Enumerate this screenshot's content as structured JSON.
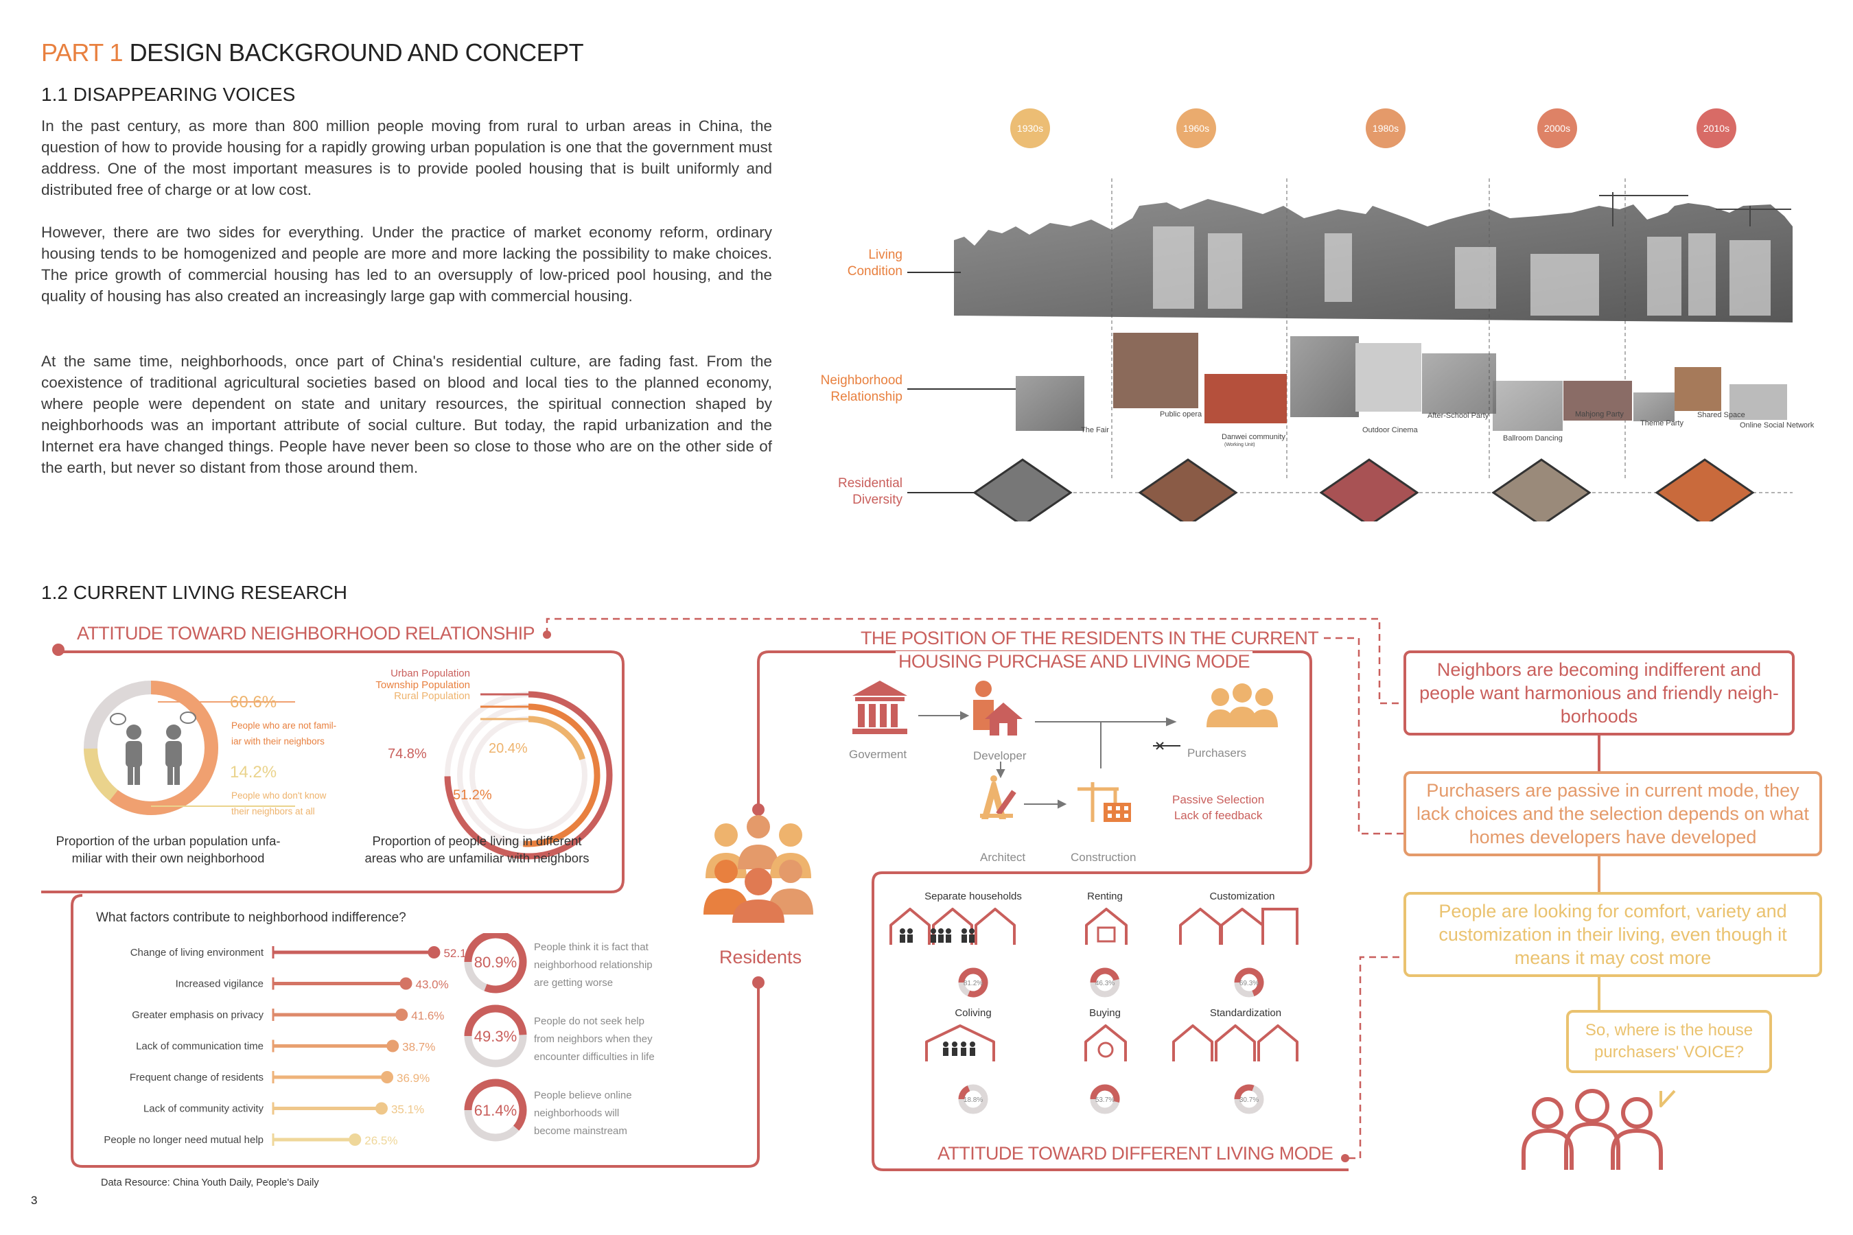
{
  "colors": {
    "red": "#c95f5c",
    "orange": "#e8803f",
    "peach": "#eeb36d",
    "yellow": "#ead38c",
    "gray": "#ddd8d8",
    "grayText": "#8a8a8a"
  },
  "part": {
    "label": "PART 1",
    "title": "DESIGN BACKGROUND AND CONCEPT"
  },
  "section1": {
    "title": "1.1 DISAPPEARING VOICES",
    "paragraphs": [
      "In the past century, as more than 800 million people moving from rural to urban areas in China, the question of how to provide housing for a rapidly growing urban population is one that the government must address. One of the most important measures is to provide pooled housing that is built uniformly and distributed free of charge or at low cost.",
      "However, there are two sides for everything. Under the practice of market economy reform, ordinary housing tends to be homogenized and people are more and more lacking the possibility to make choices. The price growth of commercial housing has led to an oversupply of low-priced pool housing, and the quality of housing has also created an increasingly large gap with commercial housing.",
      "At the same time, neighborhoods, once part of China's residential culture, are fading fast. From the coexistence of traditional agricultural societies based on blood and local ties to the planned economy, where people were dependent on state and unitary resources, the spiritual connection shaped by neighborhoods was an important attribute of social culture. But today, the rapid urbanization and the Internet era have changed things. People have never been so close to those who are on the other side of the earth, but never so distant from those around them."
    ]
  },
  "timeline": {
    "decades": [
      "1930s",
      "1960s",
      "1980s",
      "2000s",
      "2010s"
    ],
    "rows": {
      "living": "Living\nCondition",
      "neighborhood": "Neighborhood\nRelationship",
      "diversity": "Residential\nDiversity"
    },
    "captions": [
      "The Fair",
      "Public opera",
      "Danwei community",
      "(Working Unit)",
      "Outdoor Cinema",
      "After-School Party",
      "Ballroom Dancing",
      "Mahjong Party",
      "Theme Party",
      "Shared Space",
      "Online Social Network"
    ]
  },
  "section2": {
    "title": "1.2 CURRENT LIVING RESEARCH"
  },
  "attitude": {
    "title": "ATTITUDE TOWARD NEIGHBORHOOD RELATIONSHIP",
    "donut1": {
      "pct1": "60.6%",
      "label1": "People who are not famil-\niar with their neighbors",
      "pct2": "14.2%",
      "label2": "People who don't know\ntheir neighbors at all",
      "caption": "Proportion of the urban population unfa-\nmiliar with their own neighborhood",
      "v1": 60.6,
      "v2": 14.2
    },
    "donut2": {
      "legend": [
        "Urban Population",
        "Township Population",
        "Rural Population"
      ],
      "values": [
        74.8,
        51.2,
        20.4
      ],
      "labels": [
        "74.8%",
        "51.2%",
        "20.4%"
      ],
      "caption": "Proportion of people living in different\nareas who are unfamiliar with  neighbors"
    }
  },
  "factors": {
    "title": "What factors contribute to neighborhood indifference?",
    "items": [
      {
        "label": "Change of living environment",
        "value": 52.1,
        "text": "52.1%"
      },
      {
        "label": "Increased vigilance",
        "value": 43.0,
        "text": "43.0%"
      },
      {
        "label": "Greater emphasis on privacy",
        "value": 41.6,
        "text": "41.6%"
      },
      {
        "label": "Lack of communication time",
        "value": 38.7,
        "text": "38.7%"
      },
      {
        "label": "Frequent change of residents",
        "value": 36.9,
        "text": "36.9%"
      },
      {
        "label": "Lack of community activity",
        "value": 35.1,
        "text": "35.1%"
      },
      {
        "label": "People no longer need mutual help",
        "value": 26.5,
        "text": "26.5%"
      }
    ],
    "stats": [
      {
        "value": 80.9,
        "text": "80.9%",
        "desc": "People think it is fact that\nneighborhood relationship\nare getting worse"
      },
      {
        "value": 49.3,
        "text": "49.3%",
        "desc": "People do not seek help\nfrom neighbors when they\nencounter difficulties in life"
      },
      {
        "value": 61.4,
        "text": "61.4%",
        "desc": "People believe online\nneighborhoods will\nbecome mainstream"
      }
    ],
    "source": "Data Resource: China Youth Daily, People's Daily"
  },
  "residents": "Residents",
  "position": {
    "title1": "THE POSITION OF THE RESIDENTS IN THE CURRENT",
    "title2": "HOUSING PURCHASE AND LIVING MODE",
    "government": "Goverment",
    "developer": "Developer",
    "purchasers": "Purchasers",
    "architect": "Architect",
    "construction": "Construction",
    "passive": "Passive Selection\nLack of feedback"
  },
  "modes": {
    "title": "ATTITUDE TOWARD DIFFERENT LIVING MODE",
    "items": [
      {
        "label": "Separate households",
        "value": 81.2,
        "text": "81.2%"
      },
      {
        "label": "Renting",
        "value": 46.3,
        "text": "46.3%"
      },
      {
        "label": "Customization",
        "value": 69.3,
        "text": "69.3%"
      },
      {
        "label": "Coliving",
        "value": 18.8,
        "text": "18.8%"
      },
      {
        "label": "Buying",
        "value": 53.7,
        "text": "53.7%"
      },
      {
        "label": "Standardization",
        "value": 30.7,
        "text": "30.7%"
      }
    ]
  },
  "conclusions": [
    "Neighbors are becoming indifferent and\npeople want harmonious and friendly neigh-\nborhoods",
    "Purchasers are passive in current mode, they\nlack choices and the selection depends on what\nhomes developers have developed",
    "People are looking for comfort, variety and\ncustomization in their living, even though it\nmeans it may cost more"
  ],
  "question": "So, where is the house\npurchasers' VOICE?",
  "page_number": "3"
}
